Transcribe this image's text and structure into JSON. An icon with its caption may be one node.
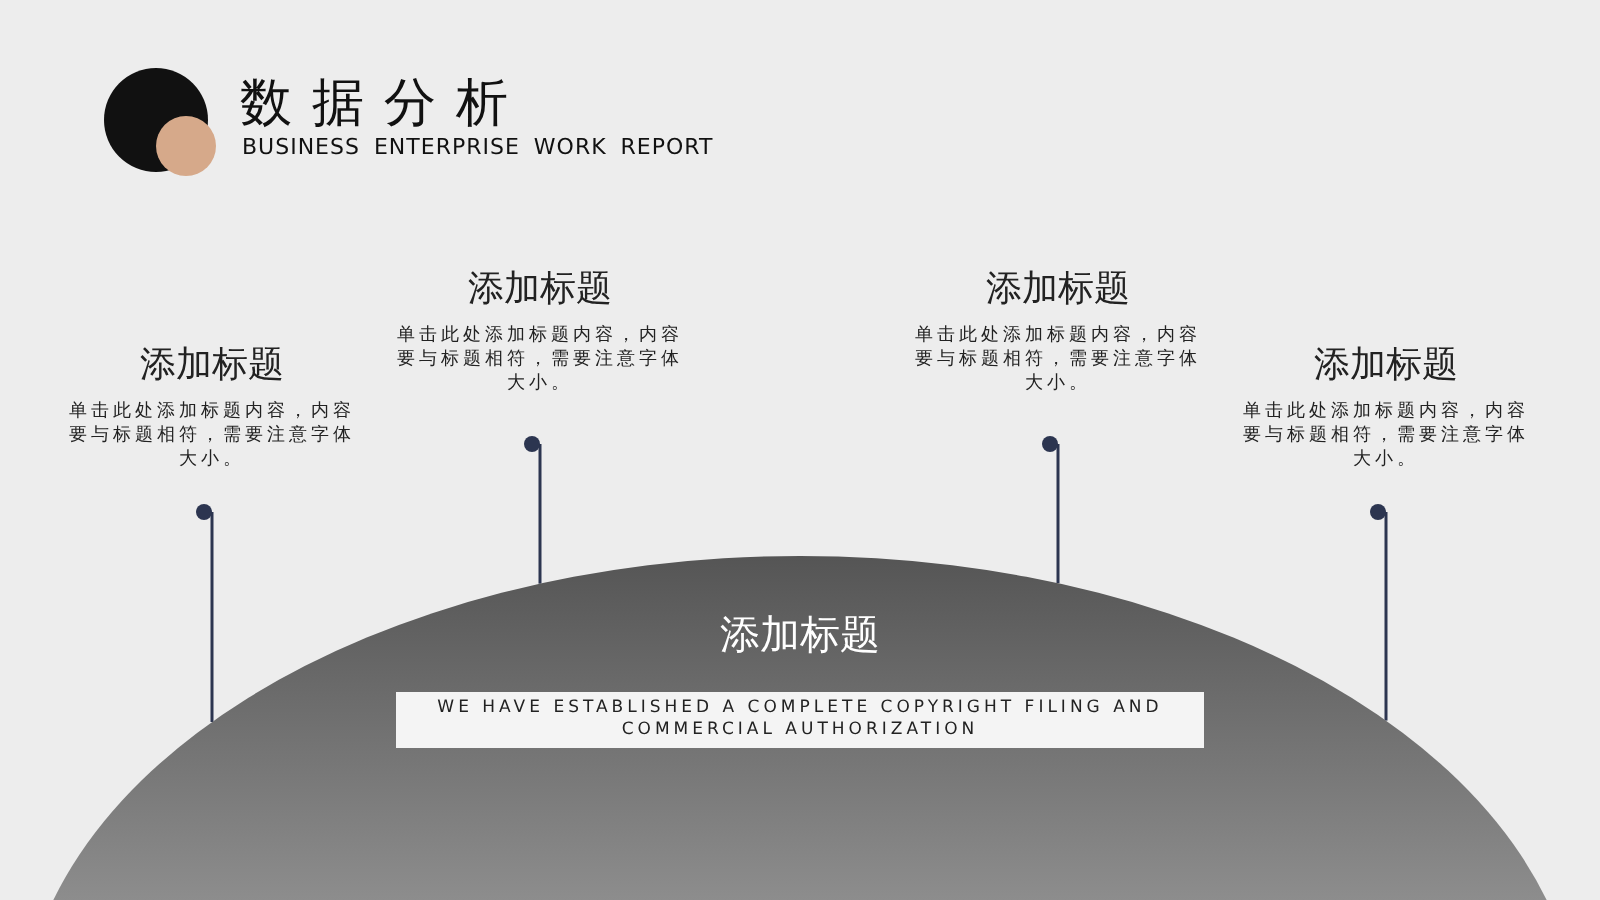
{
  "diagram": {
    "title": "数据分析",
    "nodes": [
      {
        "text": [
          "添加标题"
        ]
      },
      {
        "text": [
          "WE HAVE ESTABLISHED A COMPLETE COPYRIGHT FILING AND COMMERCIAL AUTHORIZATION"
        ],
        "in": 0
      },
      {
        "text": [
          "添加标题",
          "单击此处添加标题内容，内容要与标题相符，需要注意字体大小。"
        ]
      },
      {
        "text": [
          "添加标题",
          "单击此处添加标题内容，内容要与标题相符，需要注意字体大小。"
        ]
      },
      {
        "text": [
          "添加标题",
          "单击此处添加标题内容，内容要与标题相符，需要注意字体大小。"
        ]
      },
      {
        "text": [
          "添加标题",
          "单击此处添加标题内容，内容要与标题相符，需要注意字体大小。"
        ]
      }
    ],
    "edges": [
      {
        "from": 2,
        "to": 0,
        "arrow": "other"
      },
      {
        "from": 3,
        "to": 0,
        "arrow": "other"
      },
      {
        "from": 4,
        "to": 0,
        "arrow": "other"
      },
      {
        "from": 5,
        "to": 0,
        "arrow": "other"
      }
    ],
    "labels": [
      "BUSINESS ENTERPRISE WORK REPORT"
    ]
  }
}
